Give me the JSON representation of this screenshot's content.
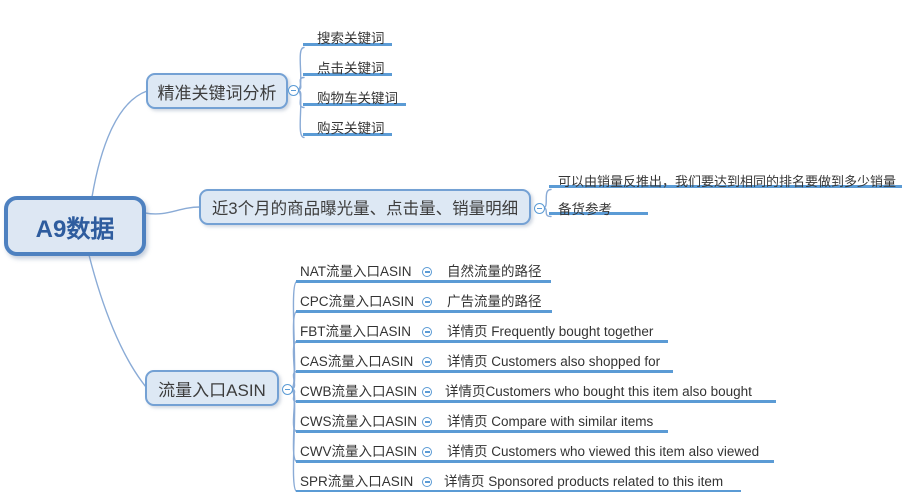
{
  "colors": {
    "accent_line": "#5b9bd5",
    "curve": "#8aabd6",
    "node_border": "#74a1d4",
    "node_fill": "#dde8f4",
    "root_border": "#4e81c0",
    "root_fill": "#dde7f3",
    "root_text": "#2e5c9e",
    "leaf_text": "#363636"
  },
  "root": {
    "label": "A9数据"
  },
  "branches": [
    {
      "label": "精准关键词分析",
      "children": [
        {
          "label": "搜索关键词"
        },
        {
          "label": "点击关键词"
        },
        {
          "label": "购物车关键词"
        },
        {
          "label": "购买关键词"
        }
      ]
    },
    {
      "label": "近3个月的商品曝光量、点击量、销量明细",
      "children": [
        {
          "label": "可以由销量反推出，我们要达到相同的排名要做到多少销量"
        },
        {
          "label": "备货参考"
        }
      ]
    },
    {
      "label": "流量入口ASIN",
      "children": [
        {
          "label": "NAT流量入口ASIN",
          "note": "自然流量的路径"
        },
        {
          "label": "CPC流量入口ASIN",
          "note": "广告流量的路径"
        },
        {
          "label": "FBT流量入口ASIN",
          "note": "详情页 Frequently bought together"
        },
        {
          "label": "CAS流量入口ASIN",
          "note": "详情页 Customers also shopped for"
        },
        {
          "label": "CWB流量入口ASIN",
          "note": "详情页Customers who bought this item also bought"
        },
        {
          "label": "CWS流量入口ASIN",
          "note": "详情页 Compare with similar items"
        },
        {
          "label": "CWV流量入口ASIN",
          "note": "详情页 Customers who viewed this item also viewed"
        },
        {
          "label": "SPR流量入口ASIN",
          "note": "详情页 Sponsored products related to this item"
        }
      ]
    }
  ]
}
